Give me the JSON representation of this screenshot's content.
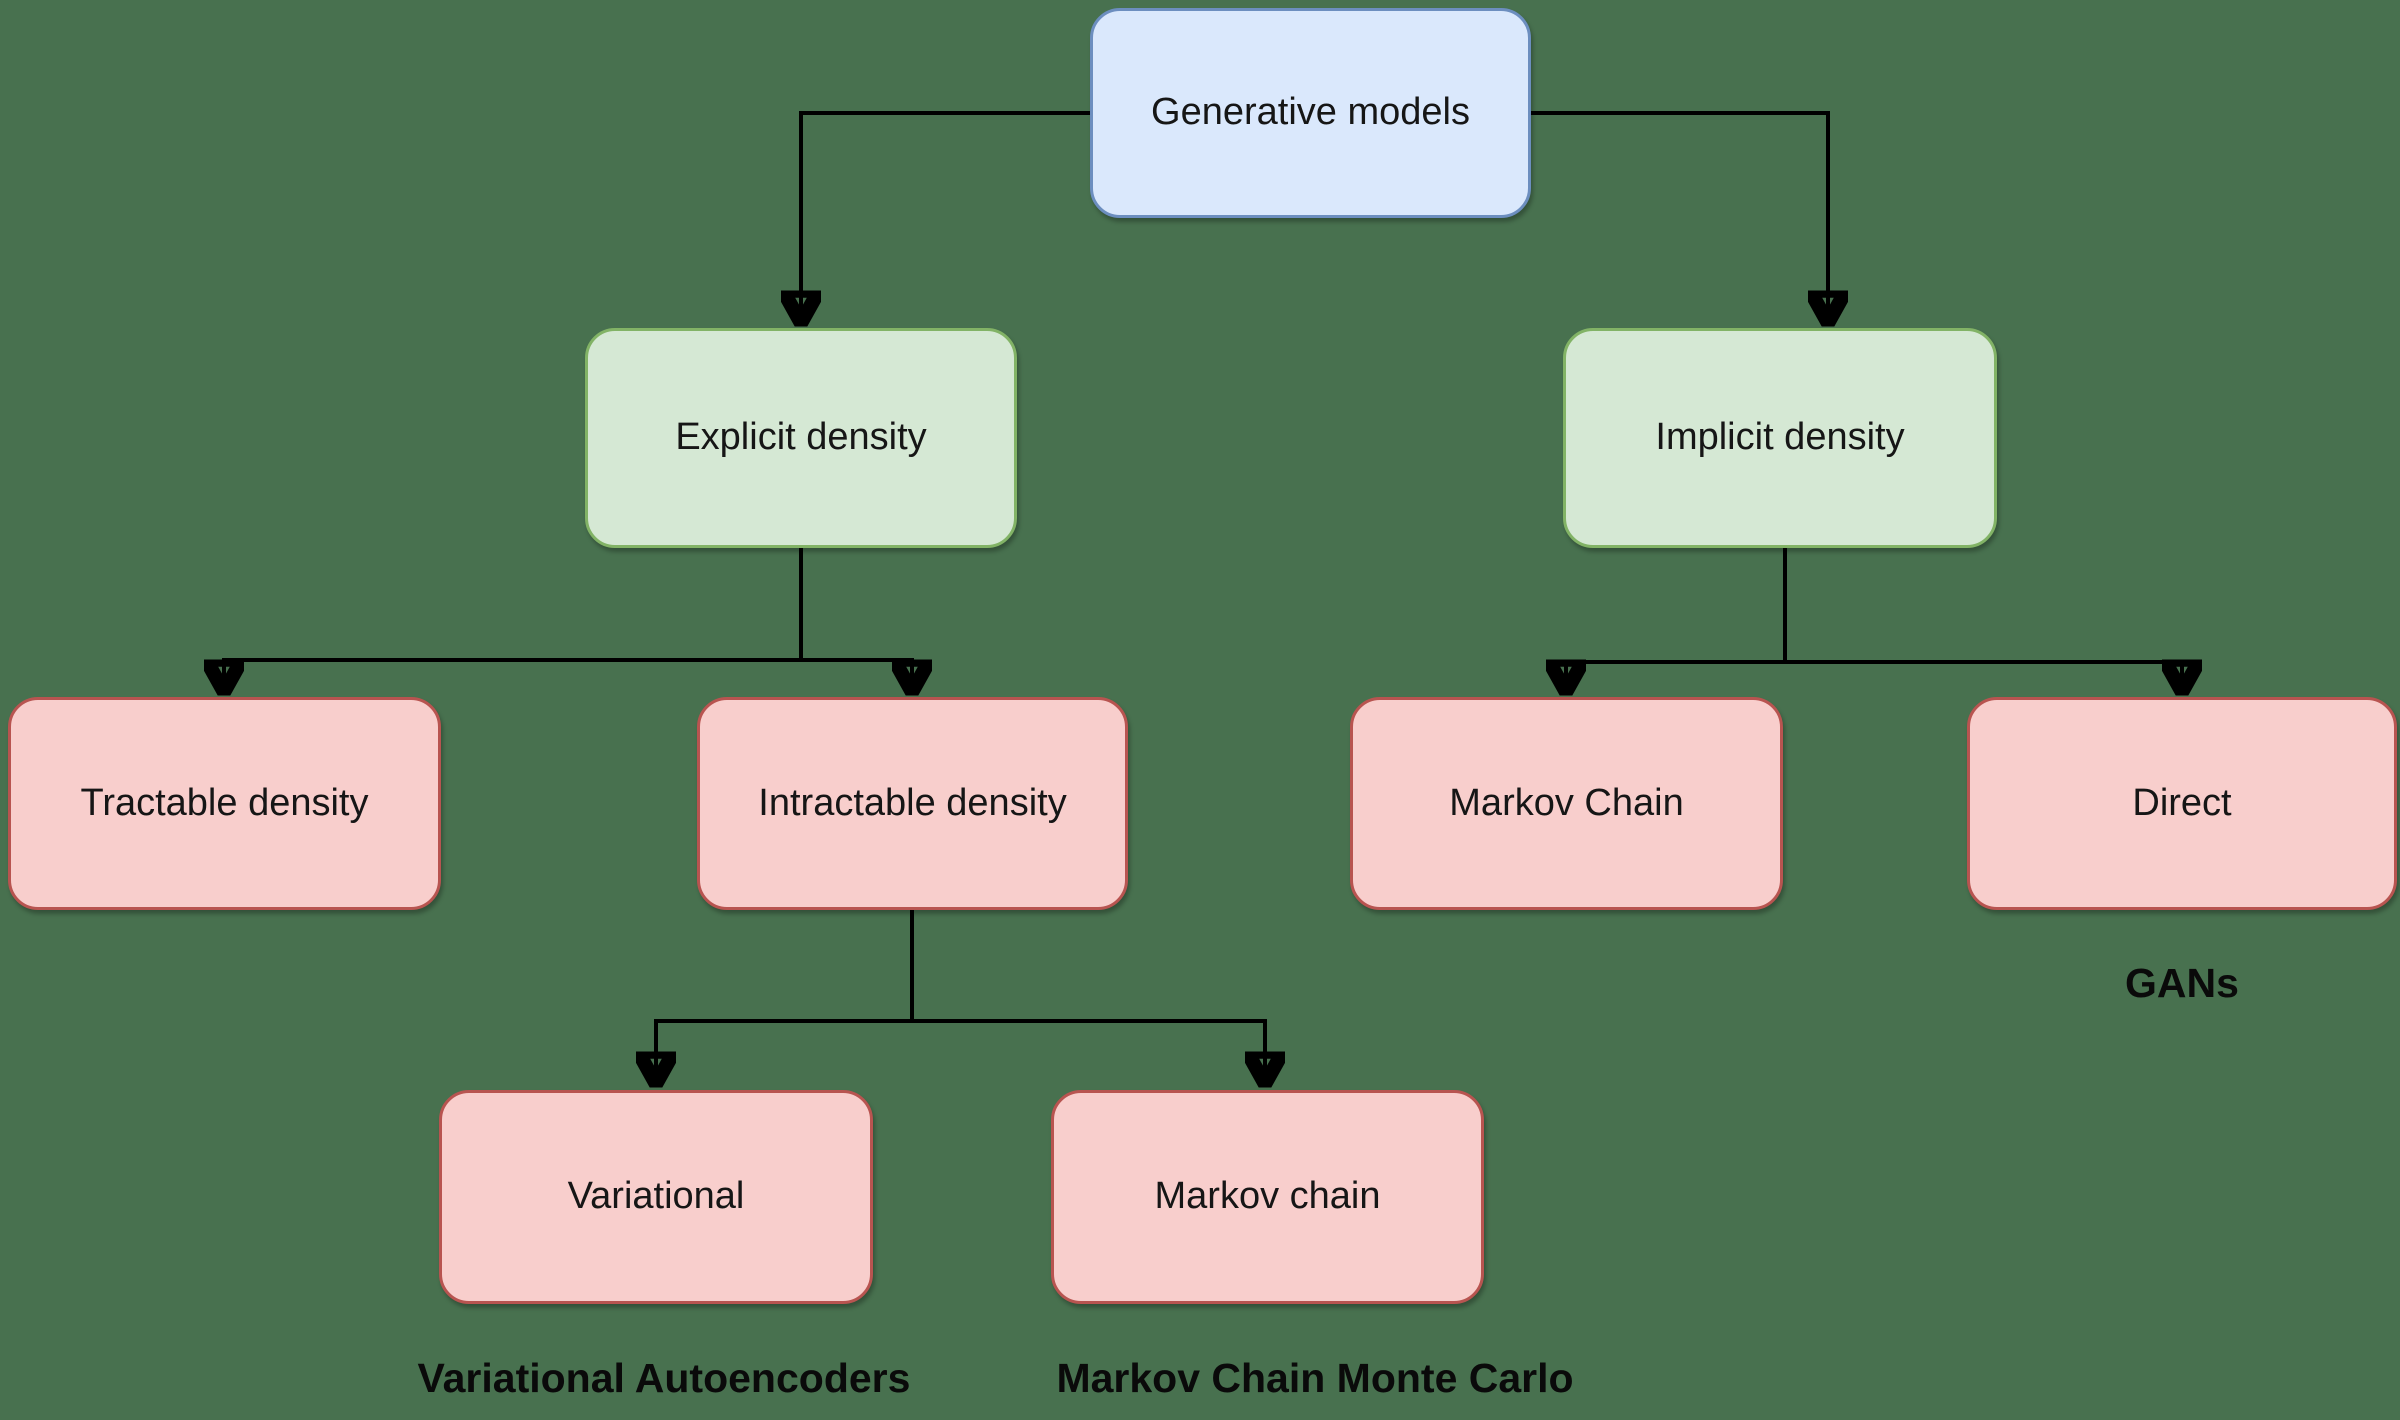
{
  "canvas": {
    "background_color": "#48714f",
    "edge_color": "#000000",
    "text_color": "#161616"
  },
  "colors": {
    "root_fill": "#dae8fc",
    "root_border": "#6c8ebf",
    "branch_fill": "#d5e8d4",
    "branch_border": "#82b366",
    "leaf_fill": "#f8cecc",
    "leaf_border": "#b85450"
  },
  "nodes": {
    "generative": {
      "label": "Generative models",
      "kind": "root"
    },
    "explicit": {
      "label": "Explicit density",
      "kind": "branch"
    },
    "implicit": {
      "label": "Implicit density",
      "kind": "branch"
    },
    "tractable": {
      "label": "Tractable density",
      "kind": "leaf"
    },
    "intractable": {
      "label": "Intractable density",
      "kind": "leaf"
    },
    "markov_chain": {
      "label": "Markov Chain",
      "kind": "leaf"
    },
    "direct": {
      "label": "Direct",
      "kind": "leaf"
    },
    "variational": {
      "label": "Variational",
      "kind": "leaf"
    },
    "markov_chain_mc": {
      "label": "Markov chain",
      "kind": "leaf"
    }
  },
  "captions": {
    "gans": "GANs",
    "vae": "Variational Autoencoders",
    "mcmc": "Markov Chain Monte Carlo"
  },
  "edges": [
    {
      "from": "generative",
      "to": "explicit"
    },
    {
      "from": "generative",
      "to": "implicit"
    },
    {
      "from": "explicit",
      "to": "tractable"
    },
    {
      "from": "explicit",
      "to": "intractable"
    },
    {
      "from": "implicit",
      "to": "markov_chain"
    },
    {
      "from": "implicit",
      "to": "direct"
    },
    {
      "from": "intractable",
      "to": "variational"
    },
    {
      "from": "intractable",
      "to": "markov_chain_mc"
    }
  ]
}
